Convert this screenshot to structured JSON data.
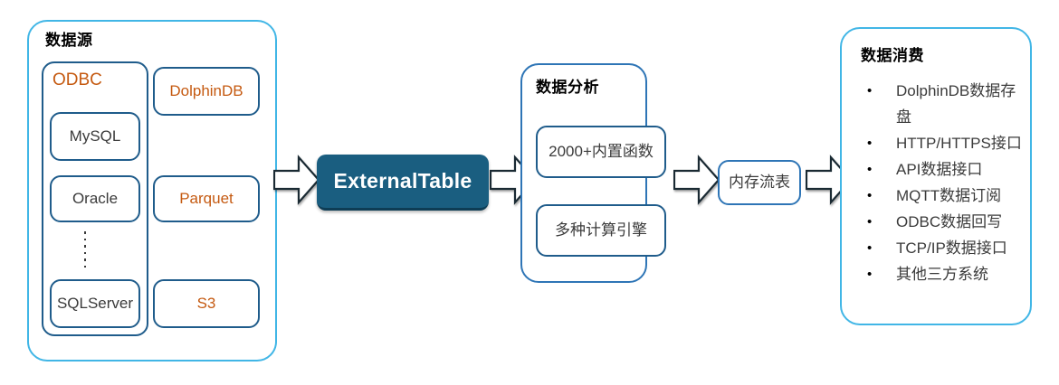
{
  "colors": {
    "outer_border": "#41B6E6",
    "mid_border": "#2E75B6",
    "sub_border": "#1F5C8B",
    "accent_fill": "#1A5E80",
    "accent_text": "#FFFFFF",
    "orange_text": "#C55A11",
    "body_text": "#3B3B3B"
  },
  "data_source": {
    "title": "数据源",
    "odbc_group": {
      "label": "ODBC",
      "items": [
        {
          "label": "MySQL"
        },
        {
          "label": "Oracle"
        },
        {
          "label": "SQLServer"
        }
      ],
      "ellipsis": "⋮"
    },
    "file_items": [
      {
        "label": "DolphinDB"
      },
      {
        "label": "Parquet"
      },
      {
        "label": "S3"
      }
    ]
  },
  "external_table": {
    "label": "ExternalTable"
  },
  "data_analysis": {
    "title": "数据分析",
    "items": [
      {
        "label": "2000+内置函数"
      },
      {
        "label": "多种计算引擎"
      }
    ]
  },
  "stream_table": {
    "label": "内存流表"
  },
  "data_consumption": {
    "title": "数据消费",
    "items": [
      "DolphinDB数据存盘",
      "HTTP/HTTPS接口",
      "API数据接口",
      "MQTT数据订阅",
      "ODBC数据回写",
      "TCP/IP数据接口",
      "其他三方系统"
    ]
  },
  "arrows": [
    {
      "name": "arrow-source-to-externaltable"
    },
    {
      "name": "arrow-externaltable-to-analysis"
    },
    {
      "name": "arrow-analysis-to-streamtable"
    },
    {
      "name": "arrow-streamtable-to-consumption"
    }
  ]
}
